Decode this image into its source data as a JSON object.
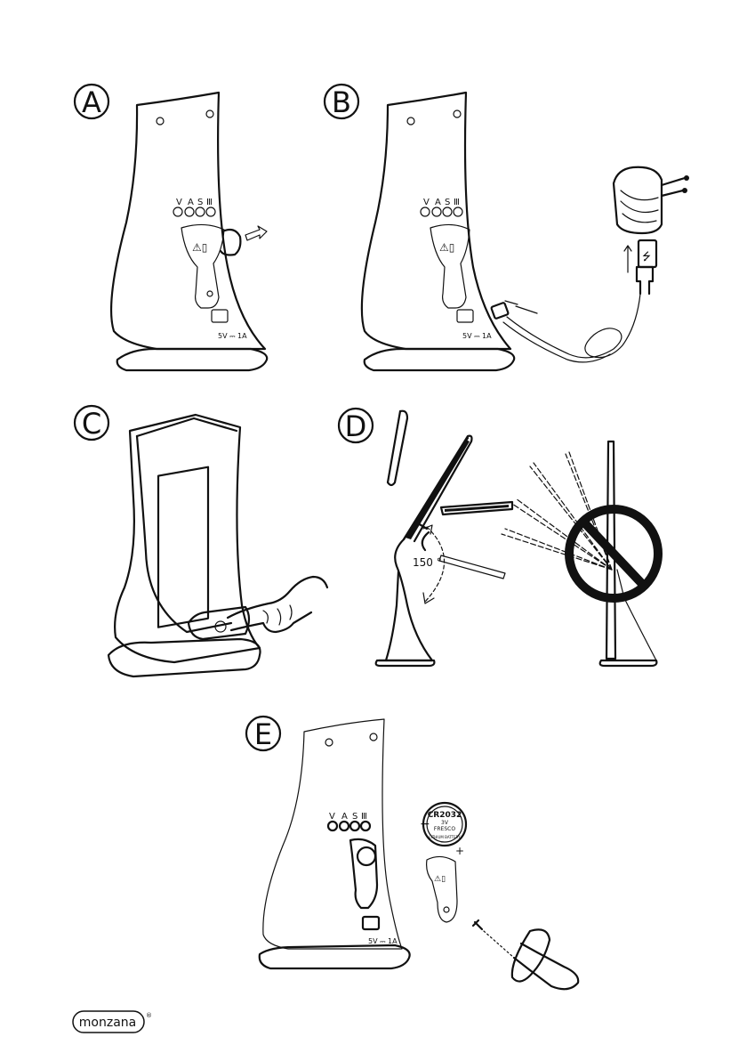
{
  "steps": [
    {
      "label": "A"
    },
    {
      "label": "B"
    },
    {
      "label": "C"
    },
    {
      "label": "D"
    },
    {
      "label": "E"
    }
  ],
  "lamp_back": {
    "mode_labels": [
      "V",
      "A",
      "S",
      "Ⅲ"
    ],
    "power_spec": "5V ⎓ 1A"
  },
  "angle_label": "150 °",
  "battery": {
    "model": "CR2032",
    "volt": "3V",
    "brand": "FRESCO",
    "text": "LITHIUM BATTERY",
    "minus": "−",
    "plus": "+"
  },
  "brand": {
    "name": "monzana",
    "mark": "®"
  }
}
